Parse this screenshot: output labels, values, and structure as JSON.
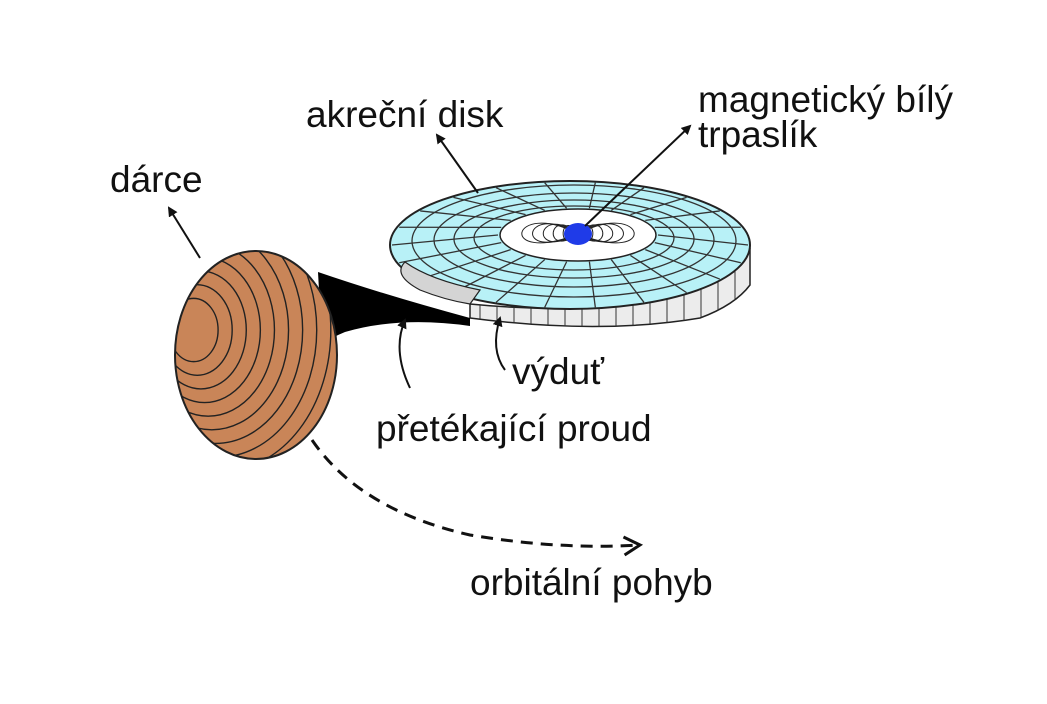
{
  "labels": {
    "donor": "dárce",
    "disk": "akreční disk",
    "white_dwarf_line1": "magnetický bílý",
    "white_dwarf_line2": "trpaslík",
    "bulge": "výduť",
    "stream": "přetékající proud",
    "orbit": "orbitální pohyb"
  },
  "colors": {
    "donor_fill": "#c98558",
    "disk_top": "#b8f1f7",
    "disk_side": "#ececec",
    "white_dwarf": "#1f3be8",
    "stream": "#000000",
    "text": "#111111"
  }
}
